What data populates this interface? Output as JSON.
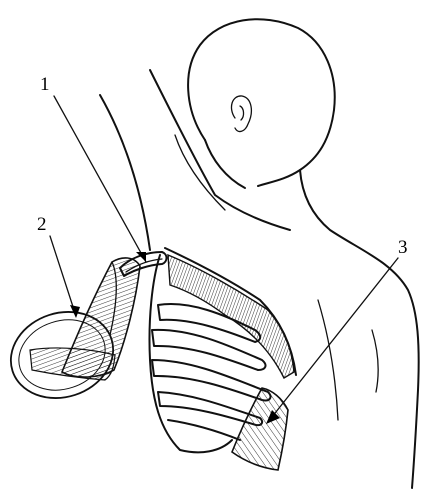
{
  "labels": {
    "label_1": "1",
    "label_2": "2",
    "label_3": "3"
  }
}
